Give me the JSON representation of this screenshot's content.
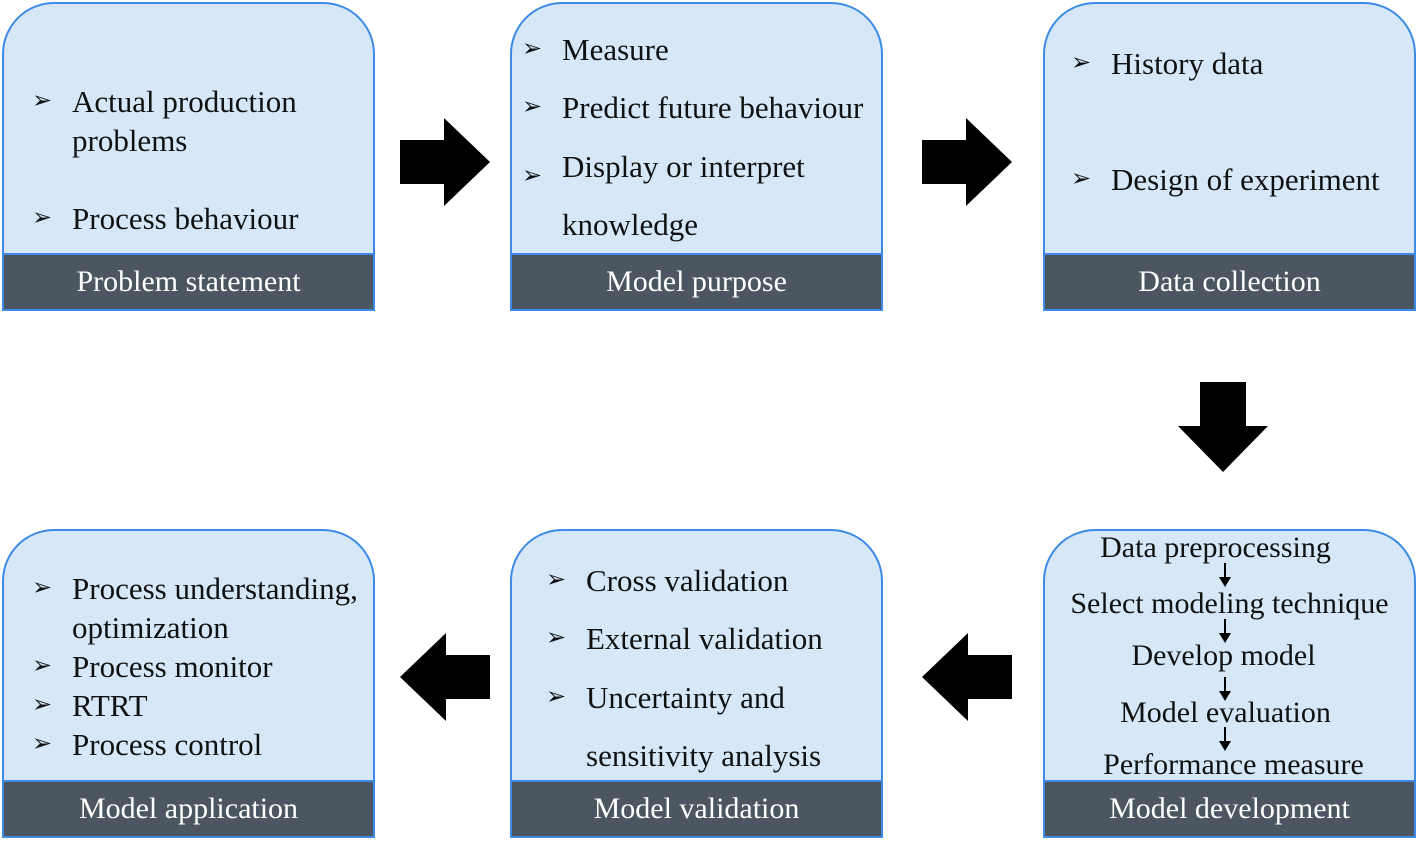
{
  "boxes": {
    "problem_statement": {
      "title": "Problem statement",
      "items": [
        {
          "line1": "Actual production",
          "line2": "problems"
        },
        {
          "line1": "Process behaviour"
        }
      ]
    },
    "model_purpose": {
      "title": "Model purpose",
      "items": [
        {
          "line1": "Measure"
        },
        {
          "line1": "Predict future behaviour"
        },
        {
          "line1": "Display or interpret",
          "line2": "knowledge"
        }
      ]
    },
    "data_collection": {
      "title": "Data collection",
      "items": [
        {
          "line1": "History data"
        },
        {
          "line1": "Design of experiment"
        }
      ]
    },
    "model_development": {
      "title": "Model development",
      "steps": [
        "Data preprocessing",
        "Select modeling technique",
        "Develop model",
        "Model evaluation",
        "Performance measure"
      ]
    },
    "model_validation": {
      "title": "Model validation",
      "items": [
        {
          "line1": "Cross validation"
        },
        {
          "line1": "External validation"
        },
        {
          "line1": "Uncertainty and",
          "line2": "sensitivity analysis"
        }
      ]
    },
    "model_application": {
      "title": "Model application",
      "items": [
        {
          "line1": "Process understanding,",
          "line2": "optimization"
        },
        {
          "line1": "Process monitor"
        },
        {
          "line1": "RTRT"
        },
        {
          "line1": "Process control"
        }
      ]
    }
  },
  "bullet_symbol": "➢",
  "colors": {
    "card_fill": "#d6e8f8",
    "card_border": "#3d8be6",
    "footer_fill": "#4c5660",
    "footer_text": "#ffffff",
    "arrow": "#000000"
  }
}
